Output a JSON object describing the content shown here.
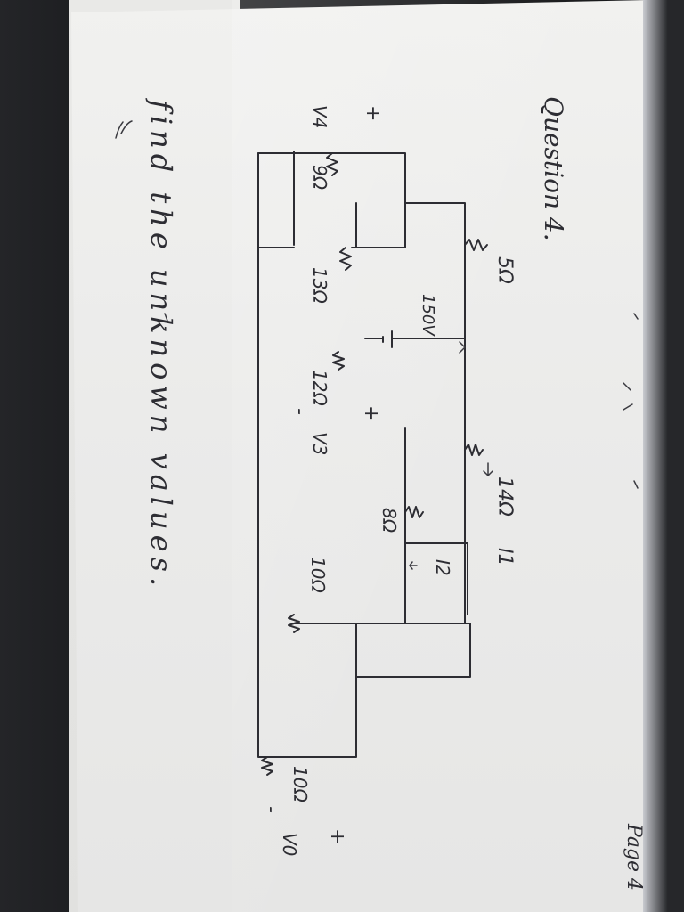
{
  "header": {
    "question_title": "Question 4."
  },
  "circuit": {
    "labels": {
      "r_5": "5Ω",
      "r_9": "9Ω",
      "r_13": "13Ω",
      "source_150": "150V",
      "r_12": "12Ω",
      "v3": "V3",
      "r_14": "14Ω",
      "i1": "I1",
      "r_8": "8Ω",
      "i2": "I2",
      "r_10a": "10Ω",
      "r_10b": "10Ω",
      "v4": "V4",
      "v0": "V0",
      "plus": "+",
      "minus": "-"
    }
  },
  "instruction": {
    "text": "find the unknown values."
  },
  "footer": {
    "page": "Page 4"
  },
  "colors": {
    "ink": "#2d2d33",
    "paper": "#ebebea",
    "background": "#1a1b1d"
  }
}
